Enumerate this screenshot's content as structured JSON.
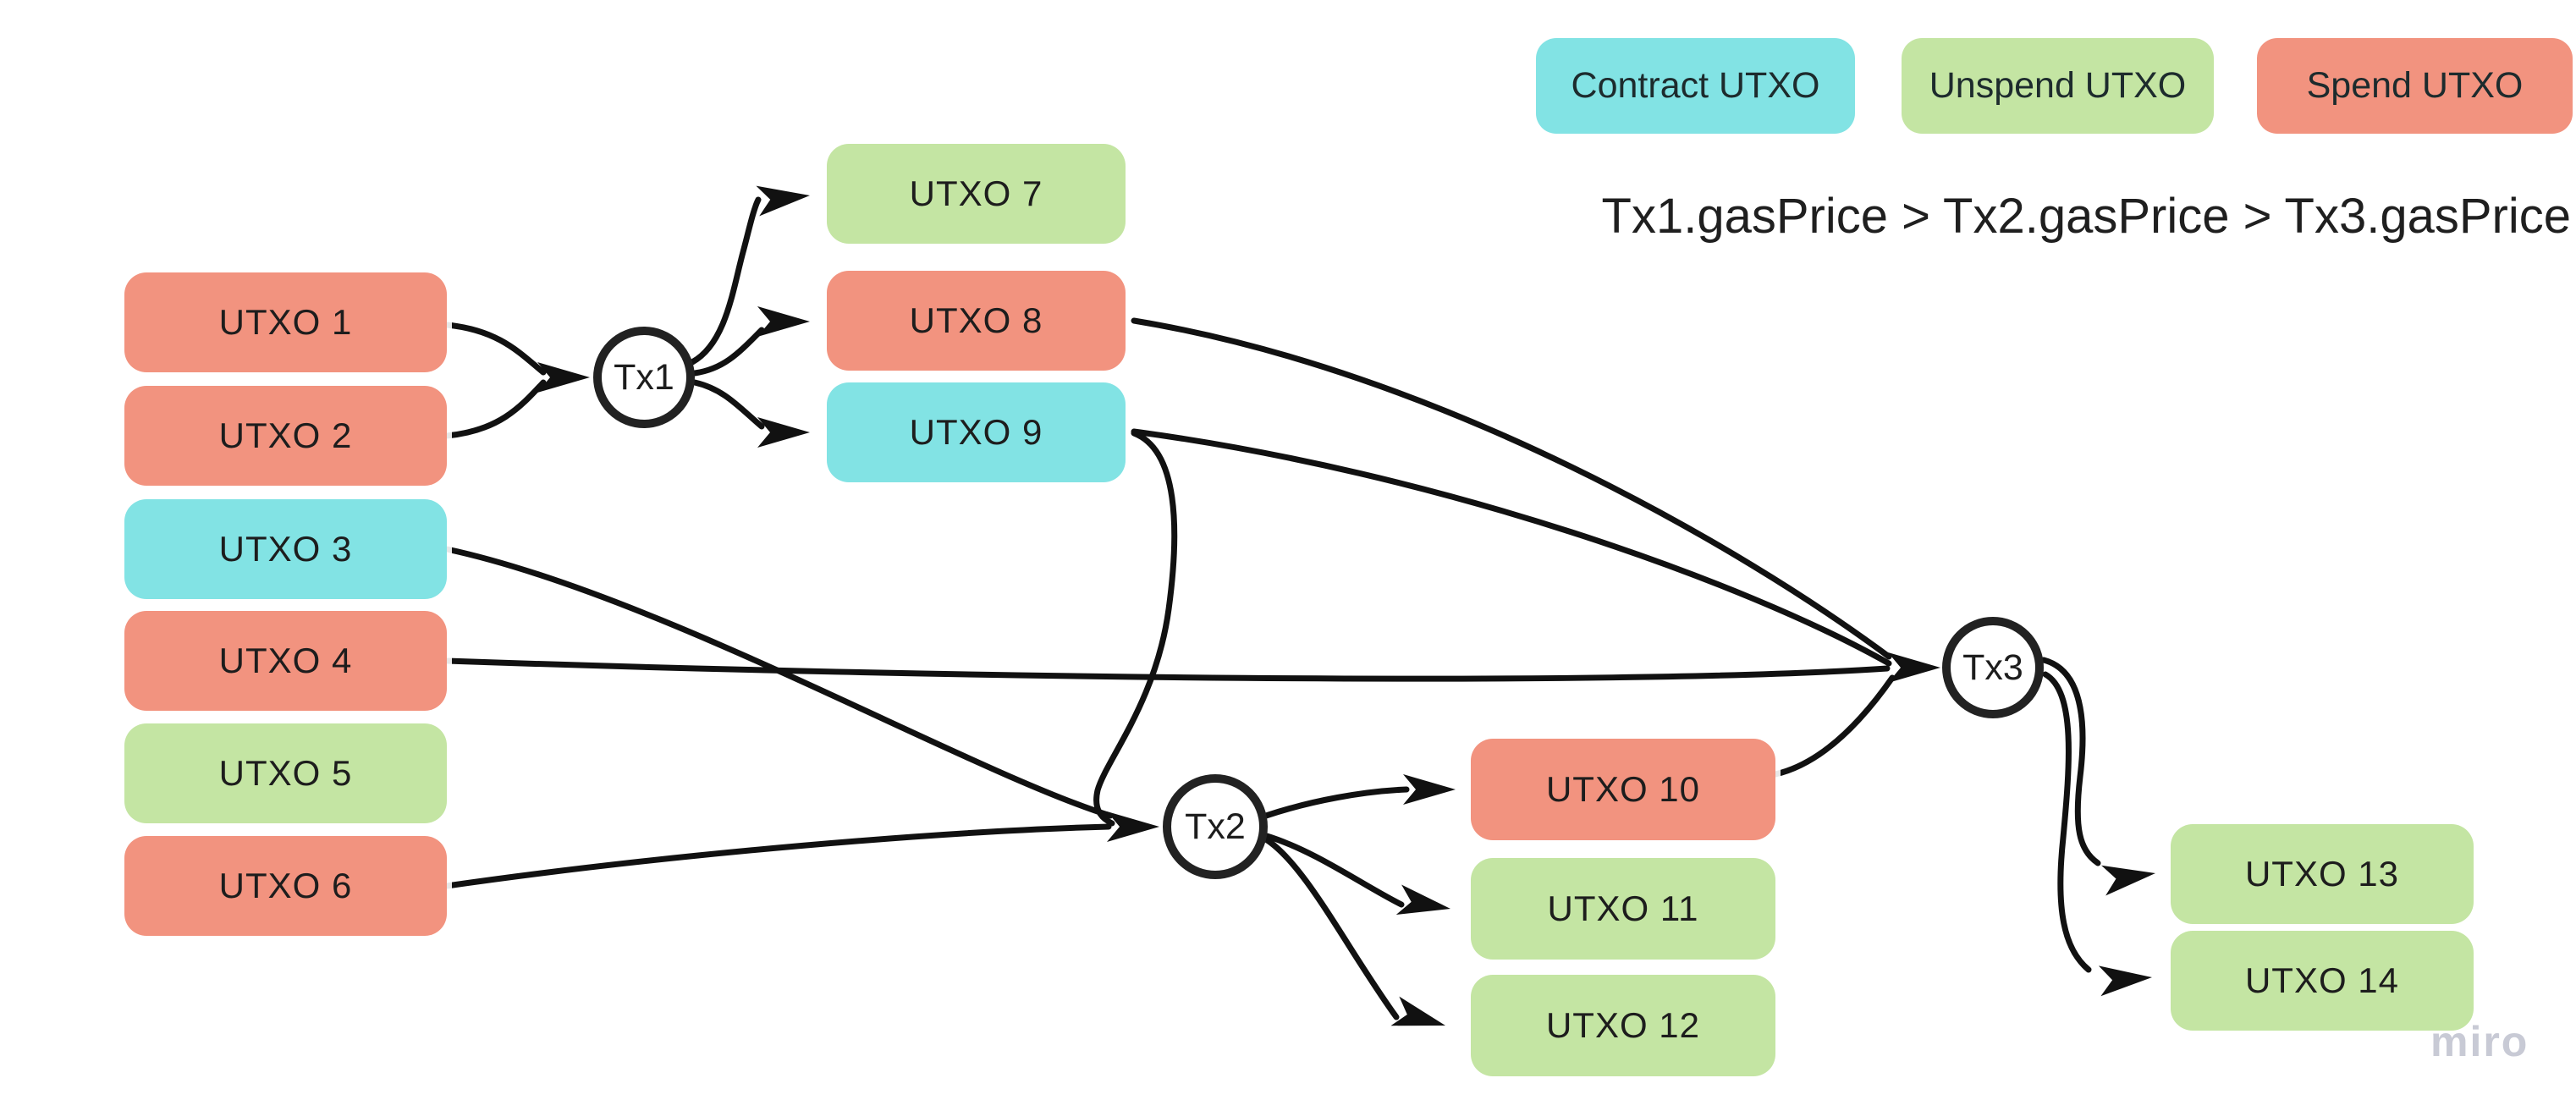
{
  "legend": {
    "items": [
      {
        "id": "contract",
        "label": "Contract UTXO"
      },
      {
        "id": "unspend",
        "label": "Unspend UTXO"
      },
      {
        "id": "spend",
        "label": "Spend UTXO"
      }
    ]
  },
  "annotation": "Tx1.gasPrice > Tx2.gasPrice > Tx3.gasPrice",
  "watermark": {
    "label": "miro"
  },
  "colors": {
    "contract": "#82E3E4",
    "unspend": "#C4E5A3",
    "spend": "#F2937F",
    "connector": "#111111",
    "circle_stroke": "#222222",
    "node_text": "#1d1d1d",
    "annotation_text": "#1f1f1f",
    "watermark_text": "#c8cad5",
    "background": "#ffffff"
  },
  "utxo_nodes": [
    {
      "id": "utxo1",
      "label": "UTXO 1",
      "type": "spend"
    },
    {
      "id": "utxo2",
      "label": "UTXO 2",
      "type": "spend"
    },
    {
      "id": "utxo3",
      "label": "UTXO 3",
      "type": "contract"
    },
    {
      "id": "utxo4",
      "label": "UTXO 4",
      "type": "spend"
    },
    {
      "id": "utxo5",
      "label": "UTXO 5",
      "type": "unspend"
    },
    {
      "id": "utxo6",
      "label": "UTXO 6",
      "type": "spend"
    },
    {
      "id": "utxo7",
      "label": "UTXO 7",
      "type": "unspend"
    },
    {
      "id": "utxo8",
      "label": "UTXO 8",
      "type": "spend"
    },
    {
      "id": "utxo9",
      "label": "UTXO 9",
      "type": "contract"
    },
    {
      "id": "utxo10",
      "label": "UTXO 10",
      "type": "spend"
    },
    {
      "id": "utxo11",
      "label": "UTXO 11",
      "type": "unspend"
    },
    {
      "id": "utxo12",
      "label": "UTXO 12",
      "type": "unspend"
    },
    {
      "id": "utxo13",
      "label": "UTXO 13",
      "type": "unspend"
    },
    {
      "id": "utxo14",
      "label": "UTXO 14",
      "type": "unspend"
    }
  ],
  "transaction_nodes": [
    {
      "id": "tx1",
      "label": "Tx1"
    },
    {
      "id": "tx2",
      "label": "Tx2"
    },
    {
      "id": "tx3",
      "label": "Tx3"
    }
  ],
  "edges": [
    {
      "from": "utxo1",
      "to": "tx1"
    },
    {
      "from": "utxo2",
      "to": "tx1"
    },
    {
      "from": "tx1",
      "to": "utxo7"
    },
    {
      "from": "tx1",
      "to": "utxo8"
    },
    {
      "from": "tx1",
      "to": "utxo9"
    },
    {
      "from": "utxo3",
      "to": "tx2"
    },
    {
      "from": "utxo6",
      "to": "tx2"
    },
    {
      "from": "utxo9",
      "to": "tx2"
    },
    {
      "from": "tx2",
      "to": "utxo10"
    },
    {
      "from": "tx2",
      "to": "utxo11"
    },
    {
      "from": "tx2",
      "to": "utxo12"
    },
    {
      "from": "utxo8",
      "to": "tx3"
    },
    {
      "from": "utxo9",
      "to": "tx3"
    },
    {
      "from": "utxo4",
      "to": "tx3"
    },
    {
      "from": "utxo10",
      "to": "tx3"
    },
    {
      "from": "tx3",
      "to": "utxo13"
    },
    {
      "from": "tx3",
      "to": "utxo14"
    }
  ]
}
